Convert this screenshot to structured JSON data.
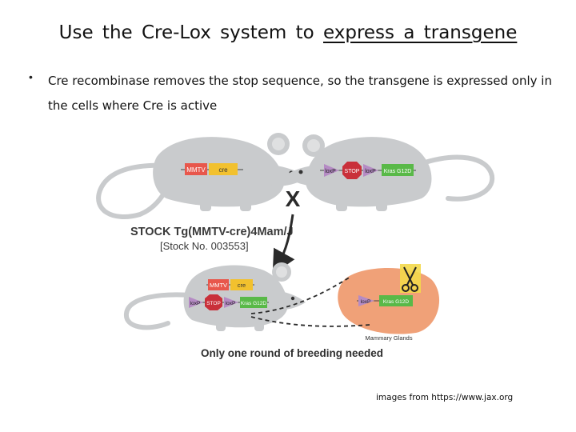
{
  "title": {
    "prefix": "Use  the  Cre-Lox  system  to  ",
    "underlined": "express  a  transgene"
  },
  "bullet": {
    "marker": "•",
    "text": "Cre recombinase removes the stop sequence, so the transgene is expressed only in the cells where Cre is active"
  },
  "diagram": {
    "parent1": {
      "promoter": "MMTV",
      "gene": "cre"
    },
    "parent2": {
      "loxp_left": "loxP",
      "stop": "STOP",
      "loxp_right": "loxP",
      "transgene": "Kras G12D"
    },
    "cross_symbol": "X",
    "strain_name": "STOCK Tg(MMTV-cre)4Mam/J",
    "stock_no": "[Stock No. 003553]",
    "offspring": {
      "promoter": "MMTV",
      "gene": "cre",
      "loxp_left": "loxP",
      "stop": "STOP",
      "loxp_right": "loxP",
      "transgene": "Kras G12D"
    },
    "tissue": {
      "loxp": "loxP",
      "transgene": "Kras G12D",
      "label": "Mammary Glands"
    },
    "caption": "Only one round of breeding needed"
  },
  "credit": "images  from  https://www.jax.org",
  "colors": {
    "mouse": "#c9cbcd",
    "promoter": "#e8574c",
    "cre": "#f2c12e",
    "loxp": "#b58bc4",
    "stop": "#c9303a",
    "kras": "#59b948",
    "tissue": "#f0a178",
    "arrow": "#2a2a2a"
  }
}
